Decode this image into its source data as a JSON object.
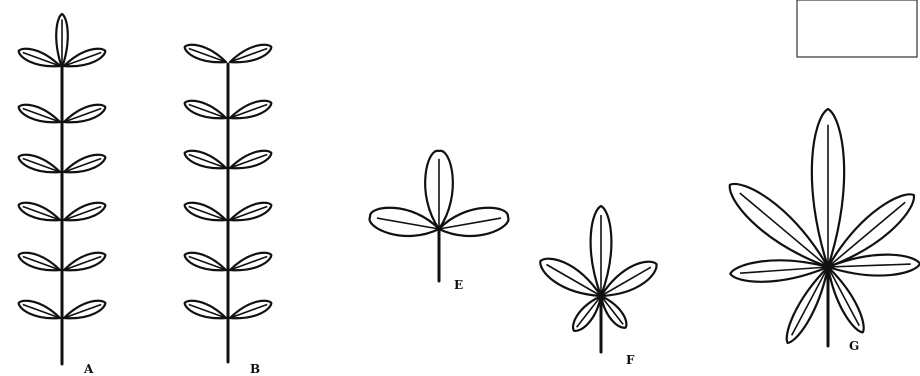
{
  "figure": {
    "labels": {
      "A": "A",
      "B": "B",
      "E": "E",
      "F": "F",
      "G": "G"
    },
    "leaves": [
      {
        "id": "A",
        "kind": "pinnate",
        "terminal_leaflet": true
      },
      {
        "id": "B",
        "kind": "pinnate",
        "terminal_leaflet": false
      },
      {
        "id": "E",
        "kind": "palmate",
        "leaflets": 3
      },
      {
        "id": "F",
        "kind": "palmate",
        "leaflets": 5
      },
      {
        "id": "G",
        "kind": "palmate",
        "leaflets": 7
      }
    ]
  }
}
